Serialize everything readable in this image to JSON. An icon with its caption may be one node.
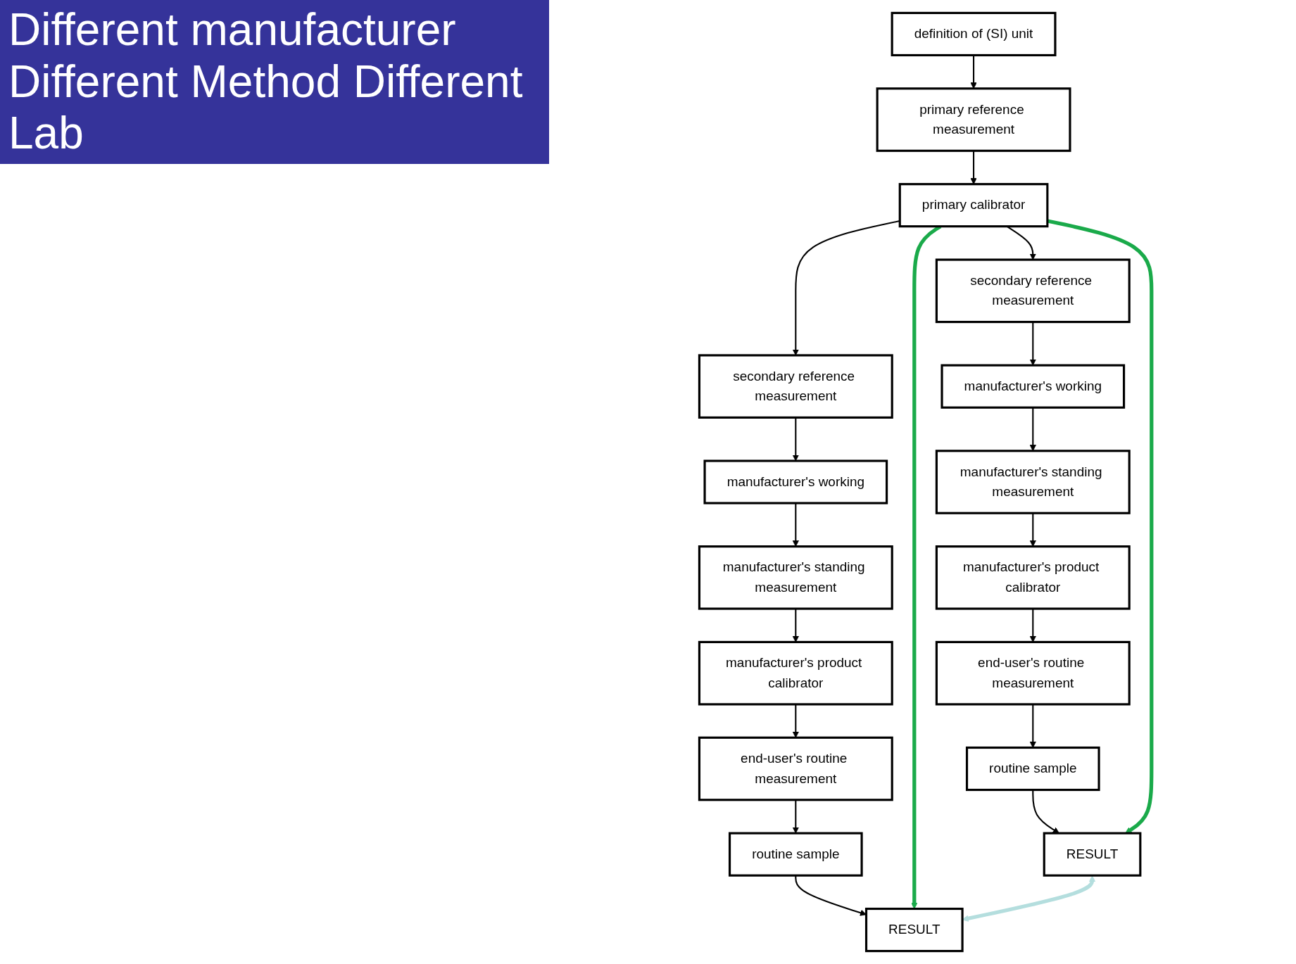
{
  "diagram": {
    "title": "Different manufacturer Different Method Different Lab",
    "nodes": [
      {
        "text": [
          "definition of (SI) unit"
        ]
      },
      {
        "text": [
          "primary reference measurement"
        ]
      },
      {
        "text": [
          "primary calibrator"
        ]
      },
      {
        "text": [
          "secondary reference measurement"
        ]
      },
      {
        "text": [
          "secondary reference measurement"
        ]
      },
      {
        "text": [
          "manufacturer's working"
        ]
      },
      {
        "text": [
          "manufacturer's working"
        ]
      },
      {
        "text": [
          "manufacturer's standing measurement"
        ]
      },
      {
        "text": [
          "manufacturer's standing measurement"
        ]
      },
      {
        "text": [
          "manufacturer's product calibrator"
        ]
      },
      {
        "text": [
          "manufacturer's product calibrator"
        ]
      },
      {
        "text": [
          "end-user's routine measurement"
        ]
      },
      {
        "text": [
          "end-user's routine measurement"
        ]
      },
      {
        "text": [
          "routine sample"
        ]
      },
      {
        "text": [
          "routine sample"
        ]
      },
      {
        "text": [
          "RESULT"
        ]
      },
      {
        "text": [
          "RESULT"
        ]
      }
    ],
    "edges": [
      {
        "from": 0,
        "to": 1,
        "arrow": "to"
      },
      {
        "from": 1,
        "to": 2,
        "arrow": "to"
      },
      {
        "from": 2,
        "to": 3,
        "arrow": "to"
      },
      {
        "from": 2,
        "to": 4,
        "arrow": "to"
      },
      {
        "from": 3,
        "to": 5,
        "arrow": "to"
      },
      {
        "from": 4,
        "to": 6,
        "arrow": "to"
      },
      {
        "from": 5,
        "to": 7,
        "arrow": "to"
      },
      {
        "from": 6,
        "to": 8,
        "arrow": "to"
      },
      {
        "from": 7,
        "to": 9,
        "arrow": "to"
      },
      {
        "from": 8,
        "to": 10,
        "arrow": "to"
      },
      {
        "from": 9,
        "to": 11,
        "arrow": "to"
      },
      {
        "from": 10,
        "to": 12,
        "arrow": "to"
      },
      {
        "from": 11,
        "to": 13,
        "arrow": "to"
      },
      {
        "from": 12,
        "to": 14,
        "arrow": "to"
      },
      {
        "from": 13,
        "to": 15,
        "arrow": "to"
      },
      {
        "from": 14,
        "to": 16,
        "arrow": "to"
      },
      {
        "from": 2,
        "to": 15,
        "arrow": "to",
        "style": "thick",
        "color": "#1aaa4a"
      },
      {
        "from": 2,
        "to": 16,
        "arrow": "to",
        "style": "thick",
        "color": "#1aaa4a"
      },
      {
        "from": 15,
        "to": 16,
        "arrow": "both",
        "style": "thick",
        "color": "#b4dede"
      }
    ]
  }
}
